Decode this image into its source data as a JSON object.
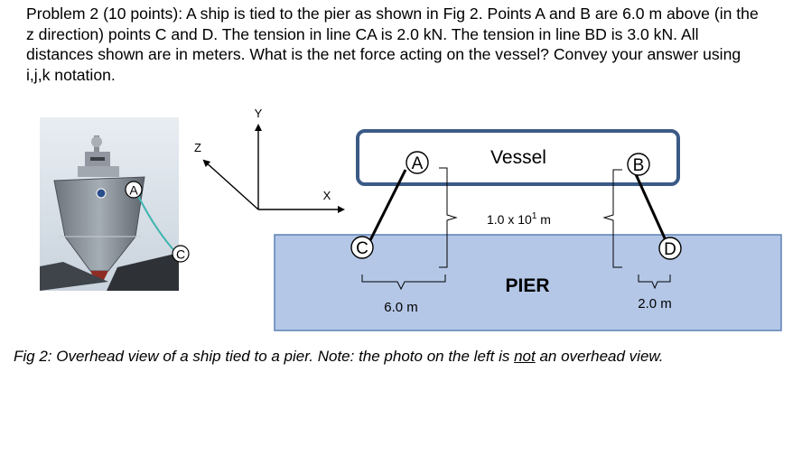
{
  "problem": {
    "text": "Problem 2 (10 points): A ship is tied to the pier as shown in Fig 2. Points A and B are 6.0 m above (in the z direction) points C and D. The tension in line CA is 2.0 kN. The tension in line BD is 3.0 kN. All distances shown are in meters. What is the net force acting on the vessel? Convey your answer using i,j,k notation."
  },
  "axes": {
    "y_label": "Y",
    "z_label": "Z",
    "x_label": "X"
  },
  "photo": {
    "label_a": "A",
    "label_c": "C"
  },
  "diagram": {
    "vessel_label": "Vessel",
    "pier_label": "PIER",
    "point_a": "A",
    "point_b": "B",
    "point_c": "C",
    "point_d": "D",
    "dim_vertical_base": "1.0 x 10",
    "dim_vertical_exp": "1",
    "dim_vertical_unit": " m",
    "dim_left": "6.0 m",
    "dim_right": "2.0 m"
  },
  "caption": {
    "before": "Fig 2: Overhead view of a ship tied to a pier. Note: the photo on the left is ",
    "emphasis": "not",
    "after": " an overhead view."
  },
  "colors": {
    "vessel_border": "#3B5A86",
    "pier_fill": "#B4C7E7",
    "pier_border": "#5D82B5",
    "line": "#000000",
    "sky": "#D7DEE6"
  }
}
